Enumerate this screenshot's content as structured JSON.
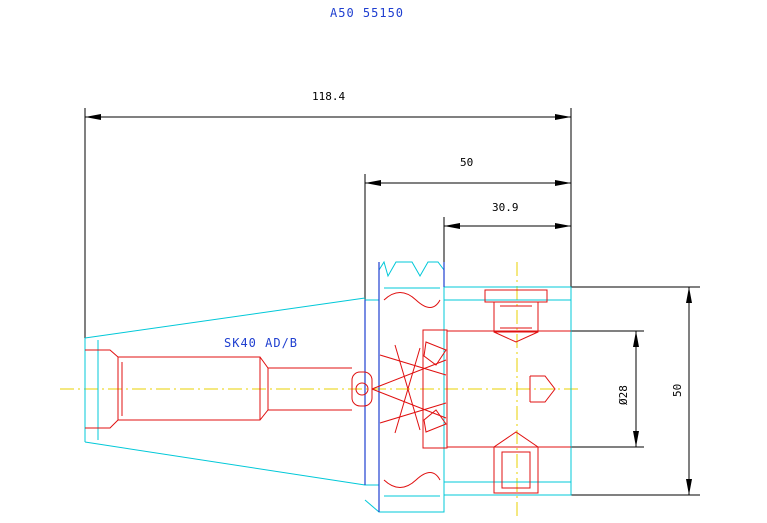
{
  "title": "A50 55150",
  "holder_label": "SK40 AD/B",
  "dimensions": {
    "overall_length": "118.4",
    "gauge_length": "50",
    "bore_depth": "30.9",
    "bore_diameter": "Ø28",
    "flange_height": "50"
  },
  "colors": {
    "outline": "#00c8d8",
    "detail": "#e01010",
    "centerline": "#e8d000",
    "dimension": "#000000",
    "text_blue": "#1f3fd0"
  }
}
